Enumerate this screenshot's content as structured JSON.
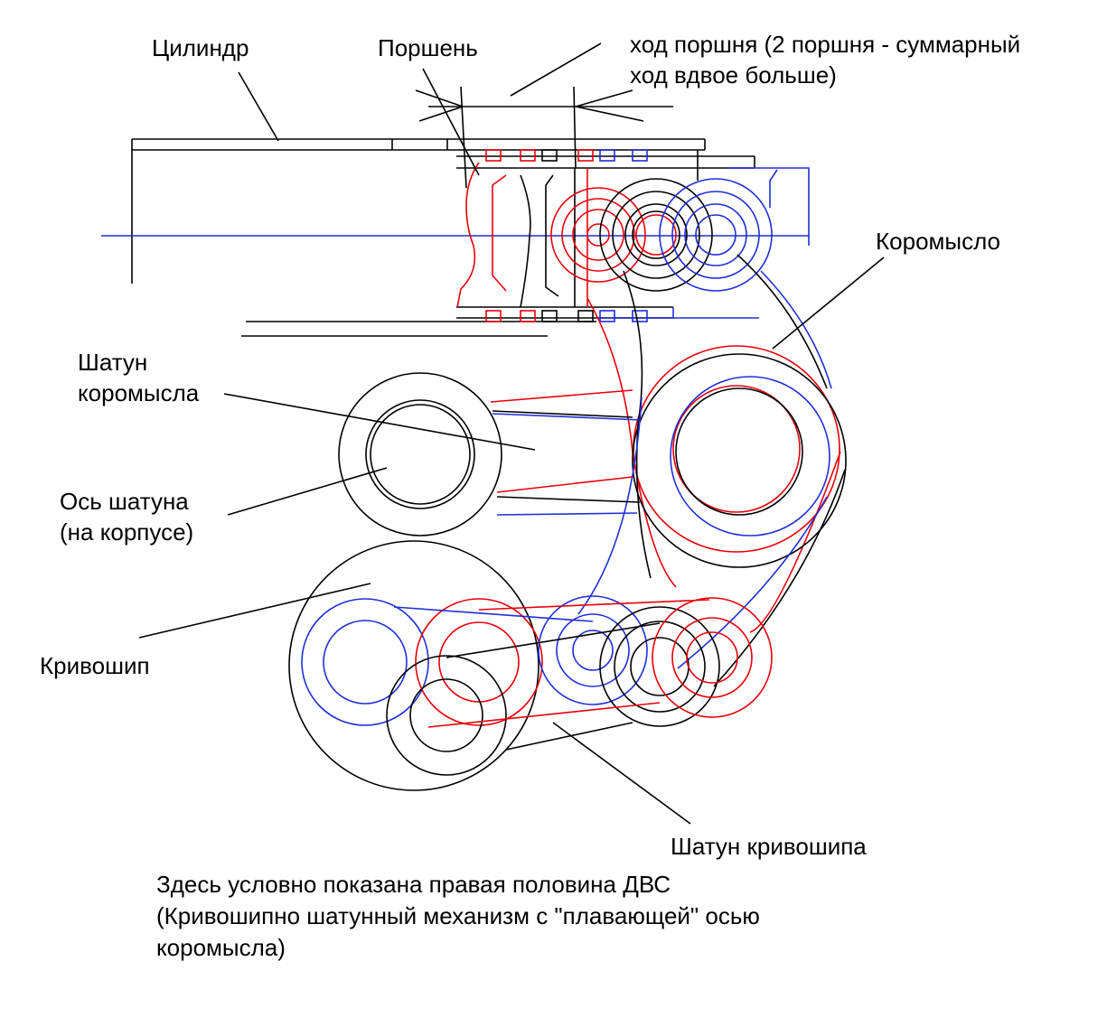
{
  "labels": {
    "cylinder": "Цилиндр",
    "piston": "Поршень",
    "stroke_line1": "ход поршня (2 поршня - суммарный",
    "stroke_line2": "ход вдвое больше)",
    "rocker": "Коромысло",
    "rocker_rod_line1": "Шатун",
    "rocker_rod_line2": "коромысла",
    "rod_axis_line1": "Ось шатуна",
    "rod_axis_line2": "(на корпусе)",
    "crank": "Кривошип",
    "crank_rod": "Шатун кривошипа"
  },
  "caption": {
    "line1": "Здесь условно показана правая половина ДВС",
    "line2": "(Кривошипно шатунный механизм с \"плавающей\" осью",
    "line3": "коромысла)"
  },
  "colors": {
    "position_1": "#e8000b",
    "position_2": "#000000",
    "position_3": "#1f2fd6"
  }
}
